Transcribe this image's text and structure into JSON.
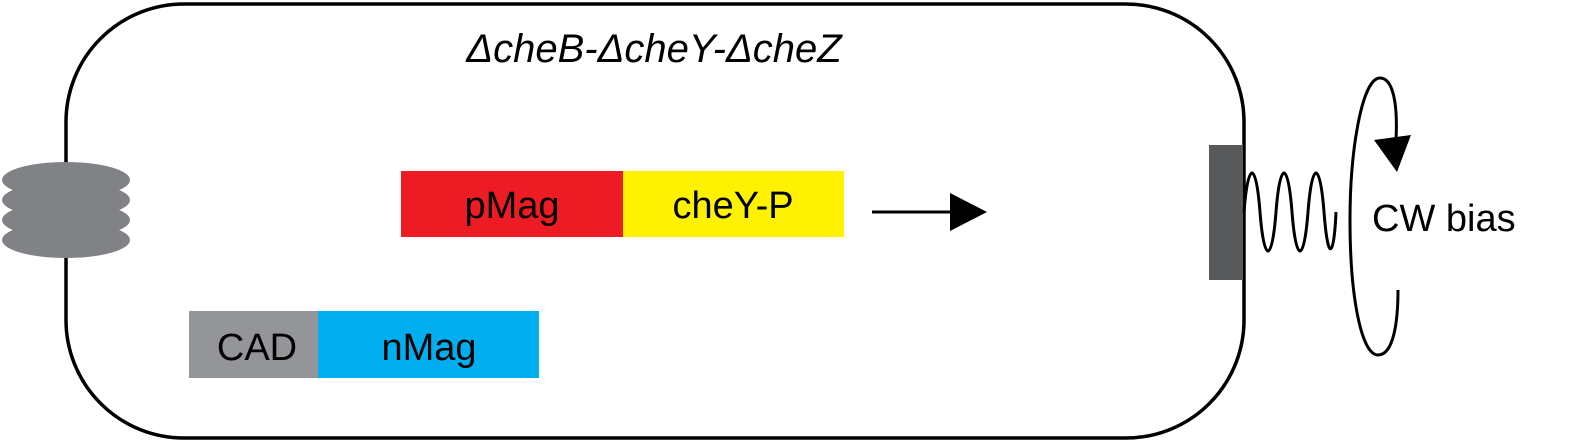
{
  "diagram": {
    "genotype_label": "ΔcheB-ΔcheY-ΔcheZ",
    "fusion_top": {
      "left_segment": {
        "label": "pMag",
        "color": "#ed1c24"
      },
      "right_segment": {
        "label": "cheY-P",
        "color": "#fff200"
      }
    },
    "fusion_bottom": {
      "left_segment": {
        "label": "CAD",
        "color": "#939598"
      },
      "right_segment": {
        "label": "nMag",
        "color": "#00aeef"
      }
    },
    "output_label": "CW bias",
    "colors": {
      "cell_outline": "#000000",
      "receptor": "#808285",
      "motor": "#58595b",
      "arrow": "#000000"
    },
    "icons": {
      "receptor": "membrane-receptor-icon",
      "motor": "flagellar-motor-icon",
      "flagellum": "flagellum-icon",
      "rotation": "clockwise-rotation-icon",
      "arrow": "right-arrow-icon"
    }
  }
}
